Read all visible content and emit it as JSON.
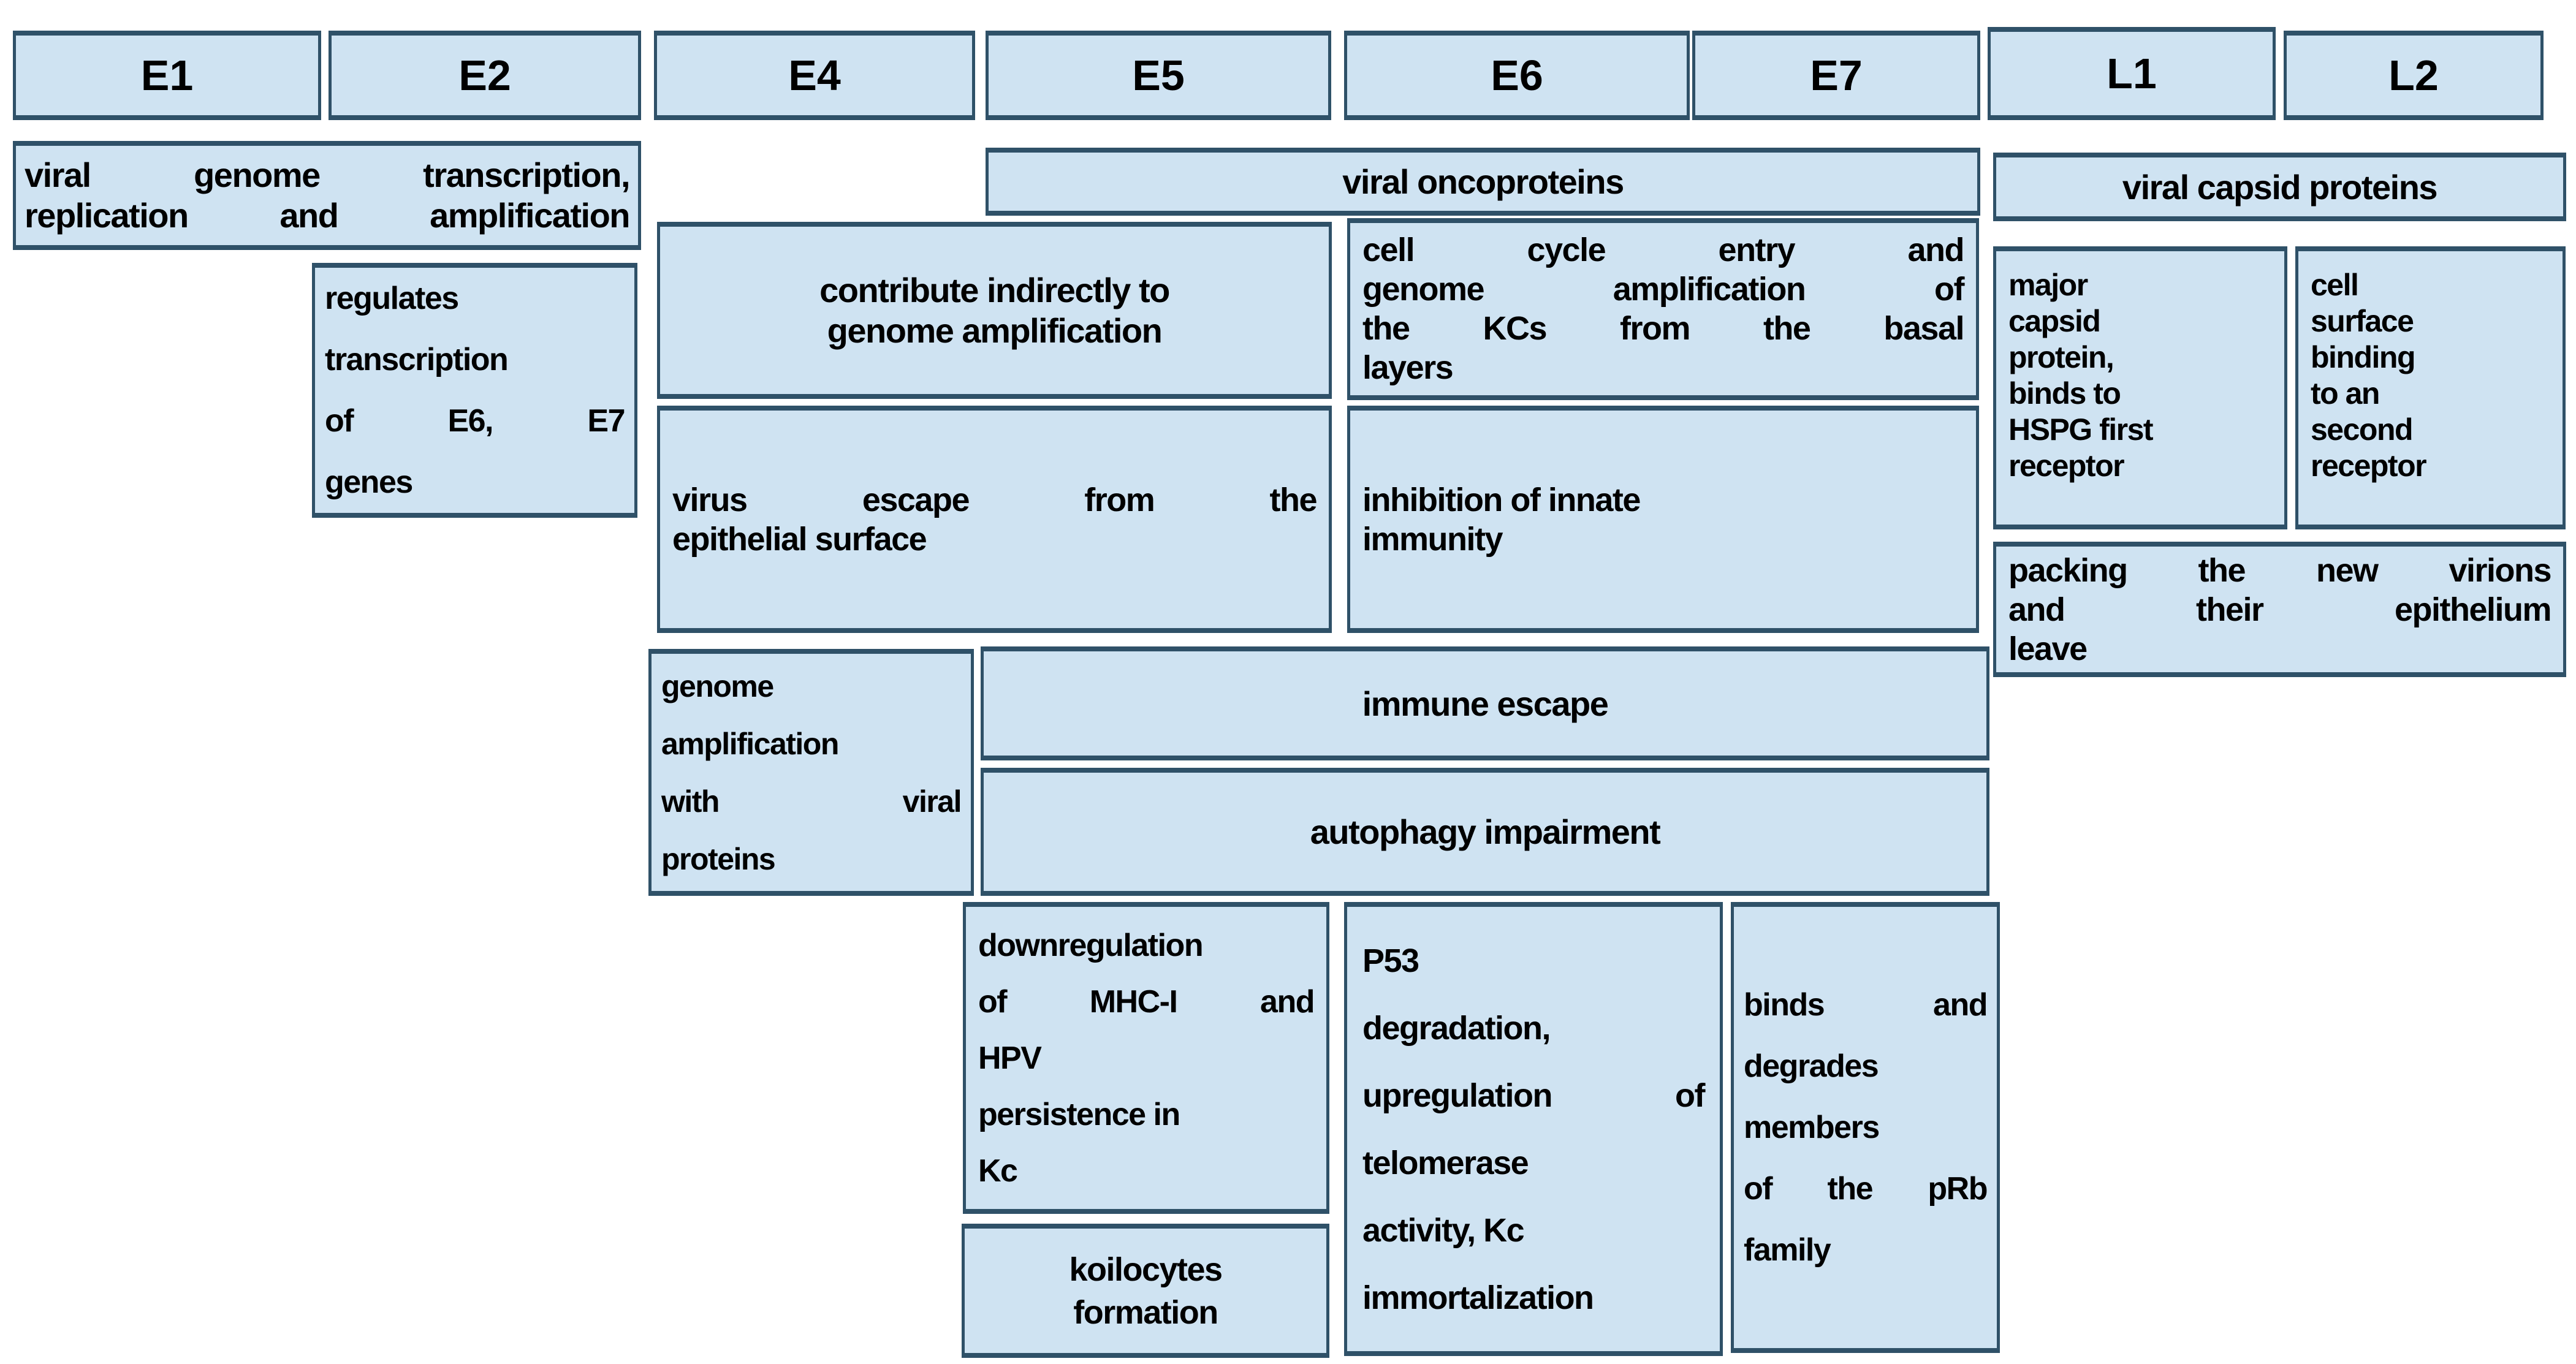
{
  "colors": {
    "background": "#ffffff",
    "box_fill": "#cfe3f2",
    "box_border": "#2f5168",
    "text": "#000000"
  },
  "headers": [
    "E1",
    "E2",
    "E4",
    "E5",
    "E6",
    "E7",
    "L1",
    "L2"
  ],
  "boxes": {
    "viral_genome": {
      "lines": [
        "viral genome transcription,",
        "replication and amplification"
      ]
    },
    "oncoproteins": {
      "text": "viral oncoproteins"
    },
    "capsid": {
      "text": "viral capsid proteins"
    },
    "regulates": {
      "lines": [
        "regulates",
        "transcription",
        "of E6, E7",
        "genes"
      ]
    },
    "contribute": {
      "lines": [
        "contribute indirectly to",
        "genome amplification"
      ]
    },
    "cell_cycle": {
      "lines": [
        "cell cycle entry and",
        "genome amplification of",
        "the KCs from the basal",
        "layers"
      ]
    },
    "major_capsid": {
      "lines": [
        "major",
        "capsid",
        "protein,",
        "binds to",
        "HSPG first",
        "receptor"
      ]
    },
    "cell_surface": {
      "lines": [
        "cell",
        "surface",
        "binding",
        "to an",
        "second",
        "receptor"
      ]
    },
    "virus_escape": {
      "lines": [
        "virus escape from the",
        "epithelial surface"
      ]
    },
    "innate_immunity": {
      "lines": [
        "inhibition of innate",
        "immunity"
      ]
    },
    "packing": {
      "lines": [
        "packing the new virions",
        "and their epithelium",
        "leave"
      ]
    },
    "genome_amp": {
      "lines": [
        "genome",
        "amplification",
        "with viral",
        "proteins"
      ]
    },
    "immune_escape": {
      "text": "immune escape"
    },
    "autophagy": {
      "text": "autophagy impairment"
    },
    "downregulation": {
      "lines": [
        "downregulation",
        "of MHC-I and",
        "HPV",
        "persistence in",
        "Kc"
      ]
    },
    "koilocytes": {
      "lines": [
        "koilocytes",
        "formation"
      ]
    },
    "p53": {
      "lines": [
        "P53",
        "degradation,",
        "upregulation of",
        "telomerase",
        "activity, Kc",
        "immortalization"
      ]
    },
    "prb": {
      "lines": [
        "binds and",
        "degrades",
        "members",
        "of the pRb",
        "family"
      ]
    }
  }
}
